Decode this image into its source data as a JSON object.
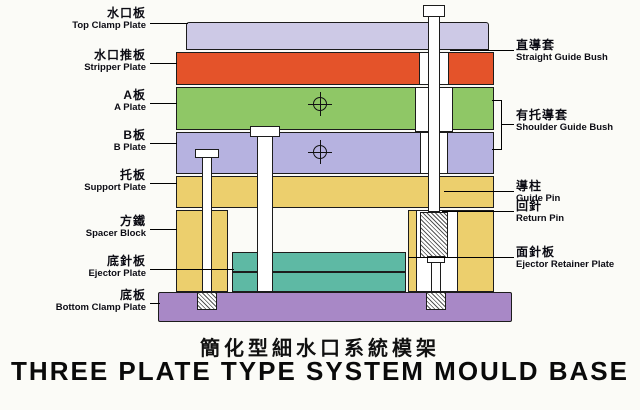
{
  "titles": {
    "zh": "簡化型細水口系統模架",
    "en": "THREE PLATE TYPE SYSTEM MOULD BASE"
  },
  "labels_left": [
    {
      "zh": "水口板",
      "en": "Top Clamp Plate"
    },
    {
      "zh": "水口推板",
      "en": "Stripper Plate"
    },
    {
      "zh": "A板",
      "en": "A Plate"
    },
    {
      "zh": "B板",
      "en": "B Plate"
    },
    {
      "zh": "托板",
      "en": "Support Plate"
    },
    {
      "zh": "方鐵",
      "en": "Spacer Block"
    },
    {
      "zh": "底針板",
      "en": "Ejector Plate"
    },
    {
      "zh": "底板",
      "en": "Bottom Clamp Plate"
    }
  ],
  "labels_right": [
    {
      "zh": "直導套",
      "en": "Straight Guide Bush"
    },
    {
      "zh": "有托導套",
      "en": "Shoulder Guide Bush"
    },
    {
      "zh": "導柱",
      "en": "Guide Pin"
    },
    {
      "zh": "回針",
      "en": "Return Pin"
    },
    {
      "zh": "面針板",
      "en": "Ejector Retainer Plate"
    }
  ],
  "colors": {
    "top_clamp": "#cdc9e6",
    "stripper": "#e4532a",
    "a_plate": "#8fc766",
    "b_plate": "#b6b2e0",
    "support": "#eccf6d",
    "spacer": "#eccf6d",
    "ejector": "#5eb9a4",
    "bottom_clamp": "#a888c6"
  }
}
